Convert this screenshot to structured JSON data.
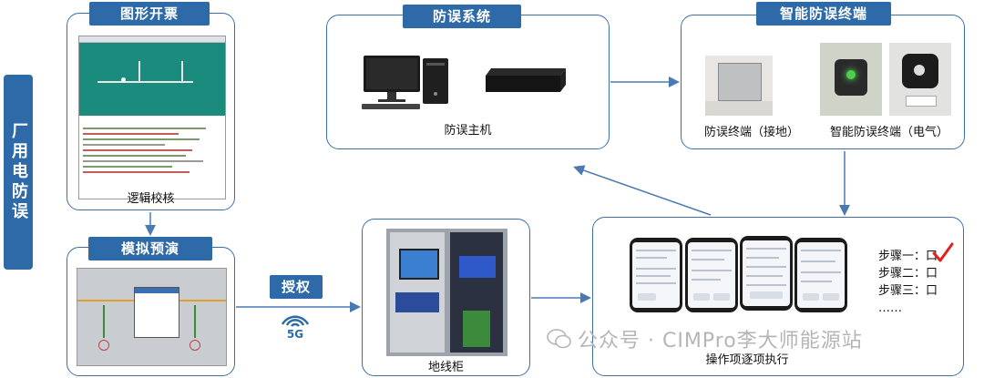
{
  "side_label": "厂用电防误",
  "graphic_ticket": {
    "title": "图形开票",
    "caption": "逻辑校核"
  },
  "simulation": {
    "title": "模拟预演"
  },
  "auth": {
    "label": "授权",
    "signal": "5G"
  },
  "anti_error_system": {
    "title": "防误系统",
    "caption": "防误主机"
  },
  "smart_terminal": {
    "title": "智能防误终端",
    "caption_left": "防误终端（接地）",
    "caption_right": "智能防误终端（电气）"
  },
  "cabinet": {
    "caption": "地线柜"
  },
  "execution": {
    "caption": "操作项逐项执行",
    "steps": [
      "步骤一：",
      "步骤二：",
      "步骤三："
    ],
    "ellipsis": "……",
    "box": "口"
  },
  "watermark": "公众号 · CIMPro李大师能源站",
  "colors": {
    "accent": "#2f6aa8",
    "border": "#3d6fa6",
    "arrow": "#4a7ab0",
    "check": "#e02020"
  }
}
